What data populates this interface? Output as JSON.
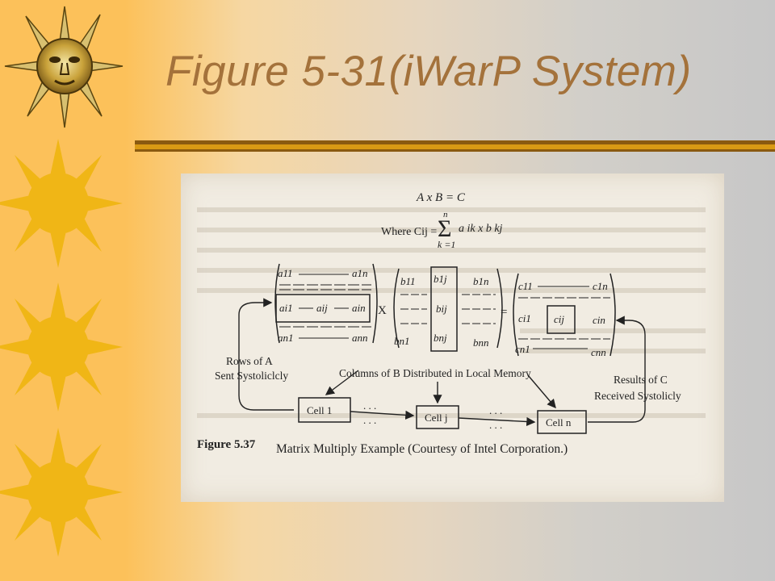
{
  "slide": {
    "title": "Figure 5-31(iWarP System)",
    "colors": {
      "sidebar": "#fcc15a",
      "sun": "#f0b616",
      "title_text": "#a4723b",
      "rule_dark": "#8a5a10",
      "rule_gold": "#d99a14"
    }
  },
  "figure": {
    "equation": "A x B = C",
    "where_label": "Where Cij =",
    "sum_upper": "n",
    "sum_lower": "k =1",
    "sum_term": "a ik x b kj",
    "matrix_a": {
      "r1c1": "a11",
      "r1cn": "a1n",
      "rice1": "ai1",
      "ricej": "aij",
      "ricen": "ain",
      "rnc1": "an1",
      "rncn": "ann"
    },
    "times_sign": "X",
    "equals_sign": "=",
    "matrix_b": {
      "r1c1": "b11",
      "r1cj": "b1j",
      "r1cn": "b1n",
      "ricj": "bij",
      "rnc1": "bn1",
      "rncj": "bnj",
      "rncn": "bnn"
    },
    "matrix_c": {
      "r1c1": "c11",
      "r1cn": "c1n",
      "ric1": "ci1",
      "ricj": "cij",
      "ricn": "cin",
      "rnc1": "cn1",
      "rncn": "cnn"
    },
    "label_rows_a_1": "Rows of A",
    "label_rows_a_2": "Sent Systoliclcly",
    "label_columns_b": "Columns of B Distributed in Local Memory",
    "label_results_c_1": "Results of C",
    "label_results_c_2": "Received Systolicly",
    "cell_1": "Cell 1",
    "cell_j": "Cell j",
    "cell_n": "Cell n",
    "dots": ". . .",
    "caption_label": "Figure 5.37",
    "caption_text": "Matrix Multiply Example (Courtesy of Intel Corporation.)"
  }
}
